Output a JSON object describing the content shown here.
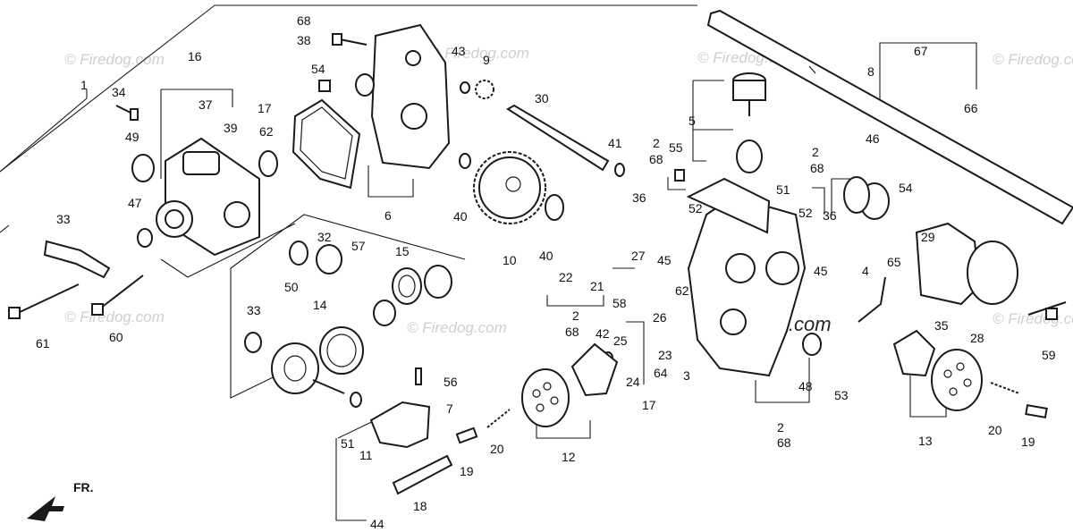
{
  "labels": [
    "68",
    "38",
    "43",
    "9",
    "54",
    "16",
    "1",
    "34",
    "37",
    "17",
    "39",
    "62",
    "49",
    "30",
    "41",
    "2",
    "68",
    "55",
    "5",
    "2",
    "68",
    "51",
    "46",
    "67",
    "8",
    "66",
    "47",
    "33",
    "6",
    "40",
    "36",
    "52",
    "52",
    "36",
    "54",
    "29",
    "32",
    "57",
    "15",
    "10",
    "40",
    "22",
    "27",
    "45",
    "65",
    "45",
    "50",
    "21",
    "58",
    "4",
    "26",
    "62",
    "14",
    "33",
    "2",
    "68",
    "42",
    "25",
    "23",
    "35",
    "28",
    "59",
    "61",
    "60",
    "3",
    "24",
    "64",
    "17",
    "56",
    "7",
    "20",
    "12",
    "48",
    "53",
    "2",
    "68",
    "13",
    "20",
    "19",
    "51",
    "11",
    "19",
    "18",
    "44"
  ],
  "watermark": "© Firedog.com",
  "watermark_main": "© Firedog.com",
  "direction_label": "FR."
}
